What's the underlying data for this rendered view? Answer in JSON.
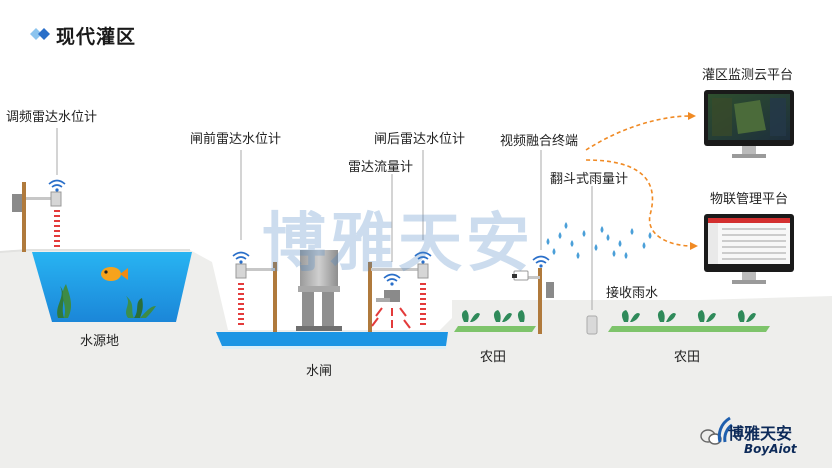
{
  "header": {
    "title": "现代灌区"
  },
  "labels": {
    "radar_gauge_regulating": "调频雷达水位计",
    "radar_gauge_before_gate": "闸前雷达水位计",
    "radar_gauge_after_gate": "闸后雷达水位计",
    "radar_flow_meter": "雷达流量计",
    "video_terminal": "视频融合终端",
    "rain_gauge": "翻斗式雨量计",
    "receive_rain": "接收雨水",
    "reservoir": "水源地",
    "sluice_gate": "水闸",
    "farmland_1": "农田",
    "farmland_2": "农田",
    "cloud_platform": "灌区监测云平台",
    "iot_platform": "物联管理平台"
  },
  "watermark": "博雅天安",
  "logo": {
    "name": "博雅天安",
    "sub": "BoyAiot"
  },
  "colors": {
    "accent": "#2a6fc9",
    "water": "#1aa3e8",
    "ground": "#eeeeec",
    "radar_wave": "#e33b3b",
    "arrow": "#f08a24",
    "plant": "#2f8a5a"
  }
}
